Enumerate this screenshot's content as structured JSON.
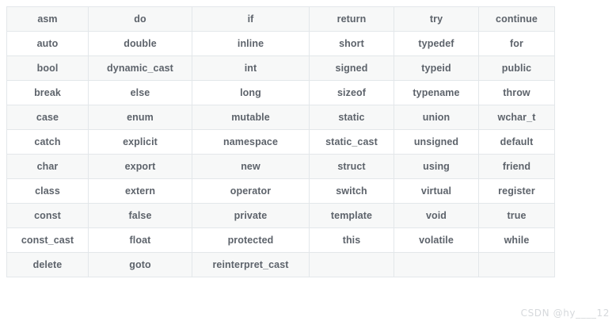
{
  "page": {
    "title": "C++ keywords reference table",
    "background_color": "#ffffff"
  },
  "table": {
    "name": "cpp-keywords-table",
    "columns": 6,
    "rows": 13,
    "border_color": "#e3e7ea",
    "odd_row_color": "#f7f8f8",
    "even_row_color": "#ffffff",
    "text_color": "#5d636b",
    "cells": [
      [
        "asm",
        "do",
        "if",
        "return",
        "try",
        "continue"
      ],
      [
        "auto",
        "double",
        "inline",
        "short",
        "typedef",
        "for"
      ],
      [
        "bool",
        "dynamic_cast",
        "int",
        "signed",
        "typeid",
        "public"
      ],
      [
        "break",
        "else",
        "long",
        "sizeof",
        "typename",
        "throw"
      ],
      [
        "case",
        "enum",
        "mutable",
        "static",
        "union",
        "wchar_t"
      ],
      [
        "catch",
        "explicit",
        "namespace",
        "static_cast",
        "unsigned",
        "default"
      ],
      [
        "char",
        "export",
        "new",
        "struct",
        "using",
        "friend"
      ],
      [
        "class",
        "extern",
        "operator",
        "switch",
        "virtual",
        "register"
      ],
      [
        "const",
        "false",
        "private",
        "template",
        "void",
        "true"
      ],
      [
        "const_cast",
        "float",
        "protected",
        "this",
        "volatile",
        "while"
      ],
      [
        "delete",
        "goto",
        "reinterpret_cast",
        "",
        "",
        ""
      ]
    ]
  },
  "watermark": {
    "text": "CSDN @hy____12",
    "color": "#d6d9dc"
  }
}
